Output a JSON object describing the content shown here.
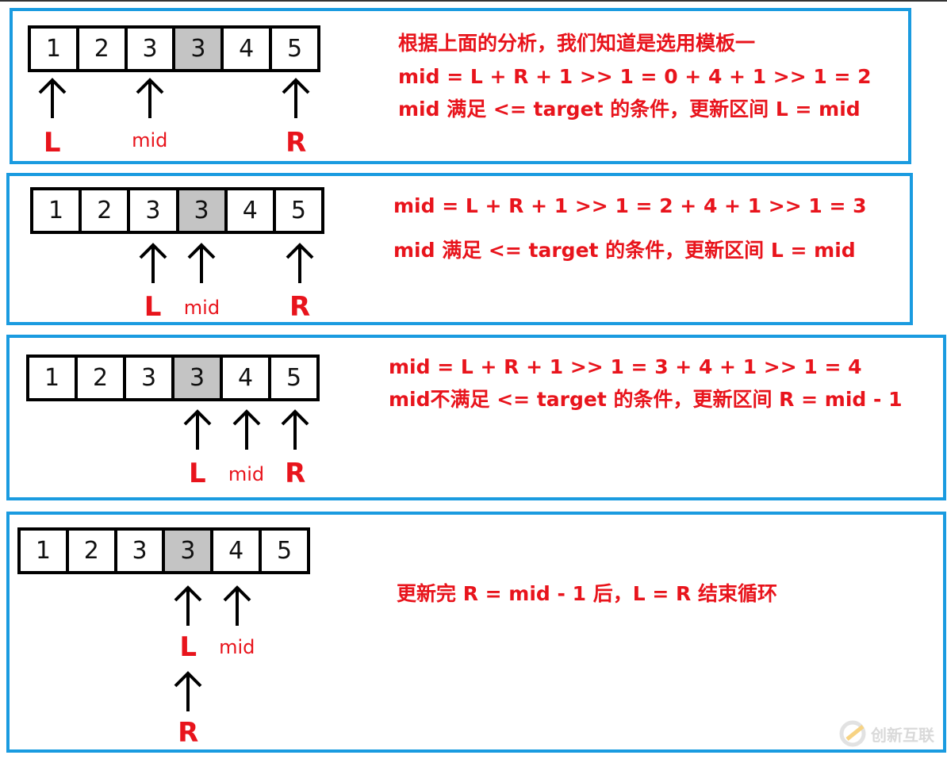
{
  "panels": [
    {
      "cells": [
        "1",
        "2",
        "3",
        "3",
        "4",
        "5"
      ],
      "highlight": 3,
      "pointers": [
        {
          "label": "L",
          "cell": 0
        },
        {
          "label": "mid",
          "cell": 2
        },
        {
          "label": "R",
          "cell": 5
        }
      ],
      "lines": [
        "根据上面的分析，我们知道是选用模板一",
        "mid = L + R + 1 >> 1 = 0 + 4 + 1 >> 1 = 2",
        "mid 满足 <= target 的条件，更新区间 L = mid"
      ]
    },
    {
      "cells": [
        "1",
        "2",
        "3",
        "3",
        "4",
        "5"
      ],
      "highlight": 3,
      "pointers": [
        {
          "label": "L",
          "cell": 2
        },
        {
          "label": "mid",
          "cell": 3
        },
        {
          "label": "R",
          "cell": 5
        }
      ],
      "lines": [
        "mid = L + R + 1 >> 1 = 2 + 4 + 1 >> 1 = 3",
        "mid 满足 <= target 的条件，更新区间 L = mid"
      ]
    },
    {
      "cells": [
        "1",
        "2",
        "3",
        "3",
        "4",
        "5"
      ],
      "highlight": 3,
      "pointers": [
        {
          "label": "L",
          "cell": 3
        },
        {
          "label": "mid",
          "cell": 4
        },
        {
          "label": "R",
          "cell": 5
        }
      ],
      "lines": [
        "mid = L + R + 1 >> 1 = 3 + 4 + 1 >> 1 = 4",
        "mid不满足 <= target 的条件，更新区间 R = mid - 1"
      ]
    },
    {
      "cells": [
        "1",
        "2",
        "3",
        "3",
        "4",
        "5"
      ],
      "highlight": 3,
      "pointers": [
        {
          "label": "L",
          "cell": 3
        },
        {
          "label": "mid",
          "cell": 4
        },
        {
          "label": "R",
          "cell": 3
        }
      ],
      "lines": [
        "更新完 R = mid - 1 后，L = R 结束循环"
      ]
    }
  ],
  "watermark": "创新互联",
  "colors": {
    "border": "#1a9be0",
    "text": "#e8141c",
    "highlight": "#c4c4c4"
  }
}
